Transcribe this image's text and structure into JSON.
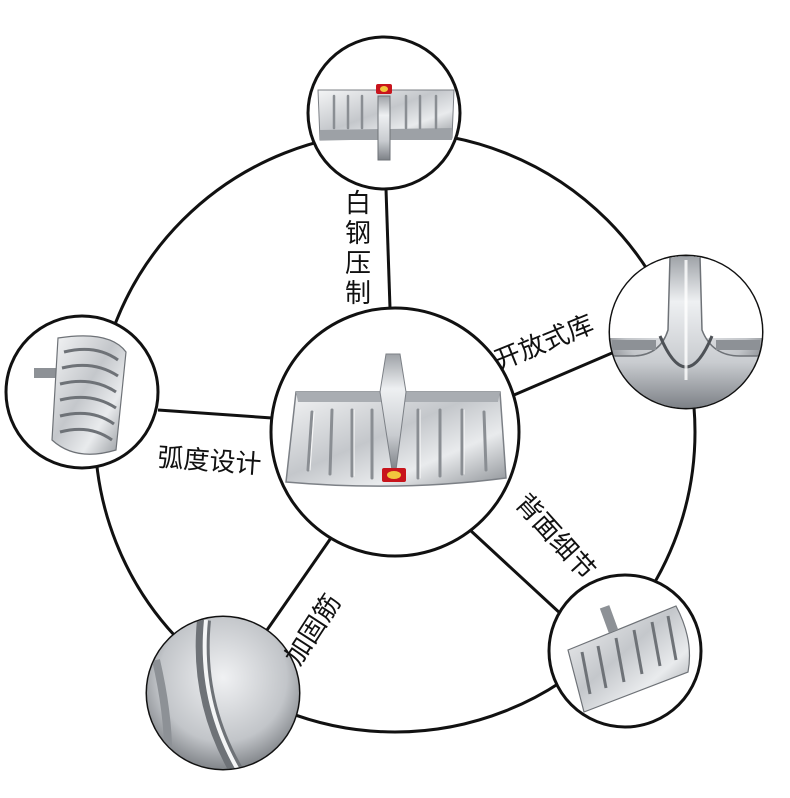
{
  "labels": {
    "white_steel": "白钢压制",
    "open_style": "开放式库",
    "curved_design": "弧度设计",
    "back_detail": "背面细节",
    "reinforcing_rib": "加固筋"
  },
  "badge_text": "",
  "colors": {
    "line": "#111111",
    "steel_light": "#e8eaec",
    "steel_mid": "#b9bcc0",
    "steel_dark": "#6e7277",
    "badge_red": "#c8141c",
    "badge_gold": "#f2c53d"
  }
}
